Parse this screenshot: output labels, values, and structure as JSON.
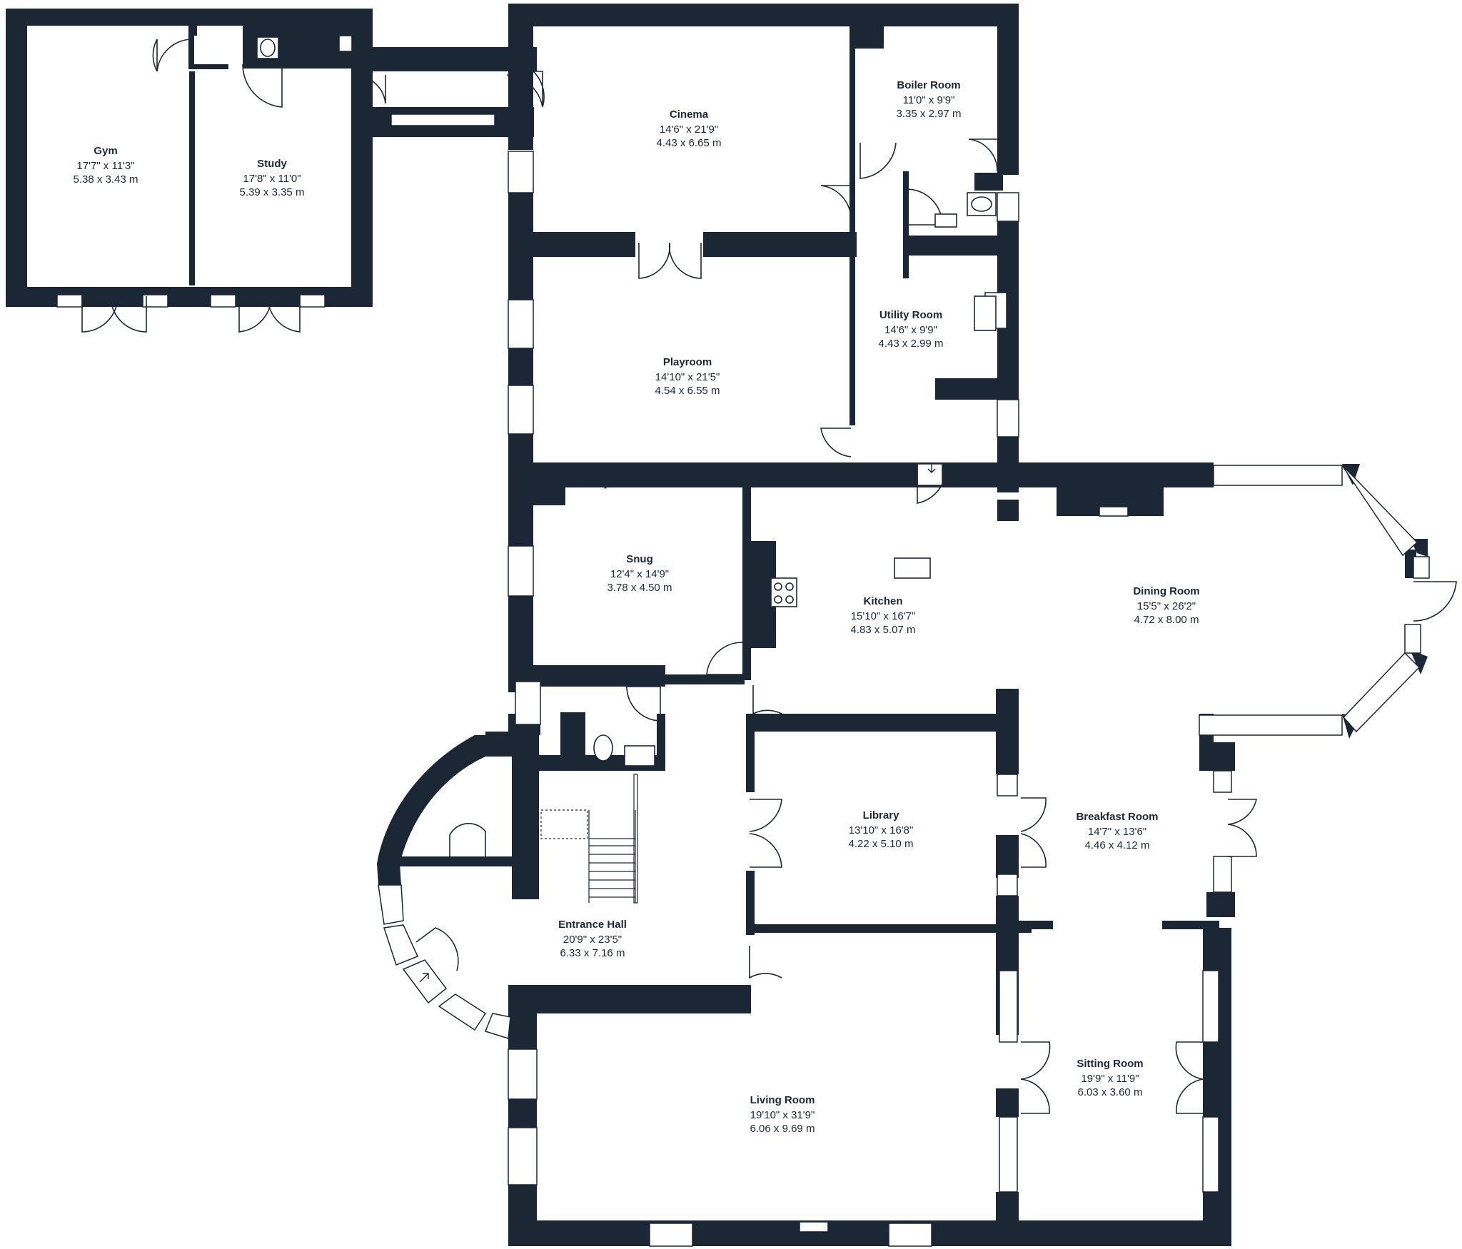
{
  "colors": {
    "wall": "#1c2735",
    "background": "#ffffff"
  },
  "rooms": {
    "gym": {
      "name": "Gym",
      "imperial": "17'7\" x 11'3\"",
      "metric": "5.38 x 3.43 m"
    },
    "study": {
      "name": "Study",
      "imperial": "17'8\" x 11'0\"",
      "metric": "5.39 x 3.35 m"
    },
    "cinema": {
      "name": "Cinema",
      "imperial": "14'6\" x 21'9\"",
      "metric": "4.43 x 6.65 m"
    },
    "boiler": {
      "name": "Boiler Room",
      "imperial": "11'0\" x 9'9\"",
      "metric": "3.35 x 2.97 m"
    },
    "utility": {
      "name": "Utility Room",
      "imperial": "14'6\" x 9'9\"",
      "metric": "4.43 x 2.99 m"
    },
    "playroom": {
      "name": "Playroom",
      "imperial": "14'10\" x 21'5\"",
      "metric": "4.54 x 6.55 m"
    },
    "snug": {
      "name": "Snug",
      "imperial": "12'4\" x 14'9\"",
      "metric": "3.78 x 4.50 m"
    },
    "kitchen": {
      "name": "Kitchen",
      "imperial": "15'10\" x 16'7\"",
      "metric": "4.83 x 5.07 m"
    },
    "dining": {
      "name": "Dining Room",
      "imperial": "15'5\" x 26'2\"",
      "metric": "4.72 x 8.00 m"
    },
    "library": {
      "name": "Library",
      "imperial": "13'10\" x 16'8\"",
      "metric": "4.22 x 5.10 m"
    },
    "breakfast": {
      "name": "Breakfast Room",
      "imperial": "14'7\" x 13'6\"",
      "metric": "4.46 x 4.12 m"
    },
    "hall": {
      "name": "Entrance Hall",
      "imperial": "20'9\" x 23'5\"",
      "metric": "6.33 x 7.16 m"
    },
    "sitting": {
      "name": "Sitting Room",
      "imperial": "19'9\" x 11'9\"",
      "metric": "6.03 x 3.60 m"
    },
    "living": {
      "name": "Living Room",
      "imperial": "19'10\" x 31'9\"",
      "metric": "6.06 x 9.69 m"
    }
  },
  "icons": {
    "entry": "diagonal-arrow-icon",
    "stairs_down": "down-arrow-icon"
  }
}
